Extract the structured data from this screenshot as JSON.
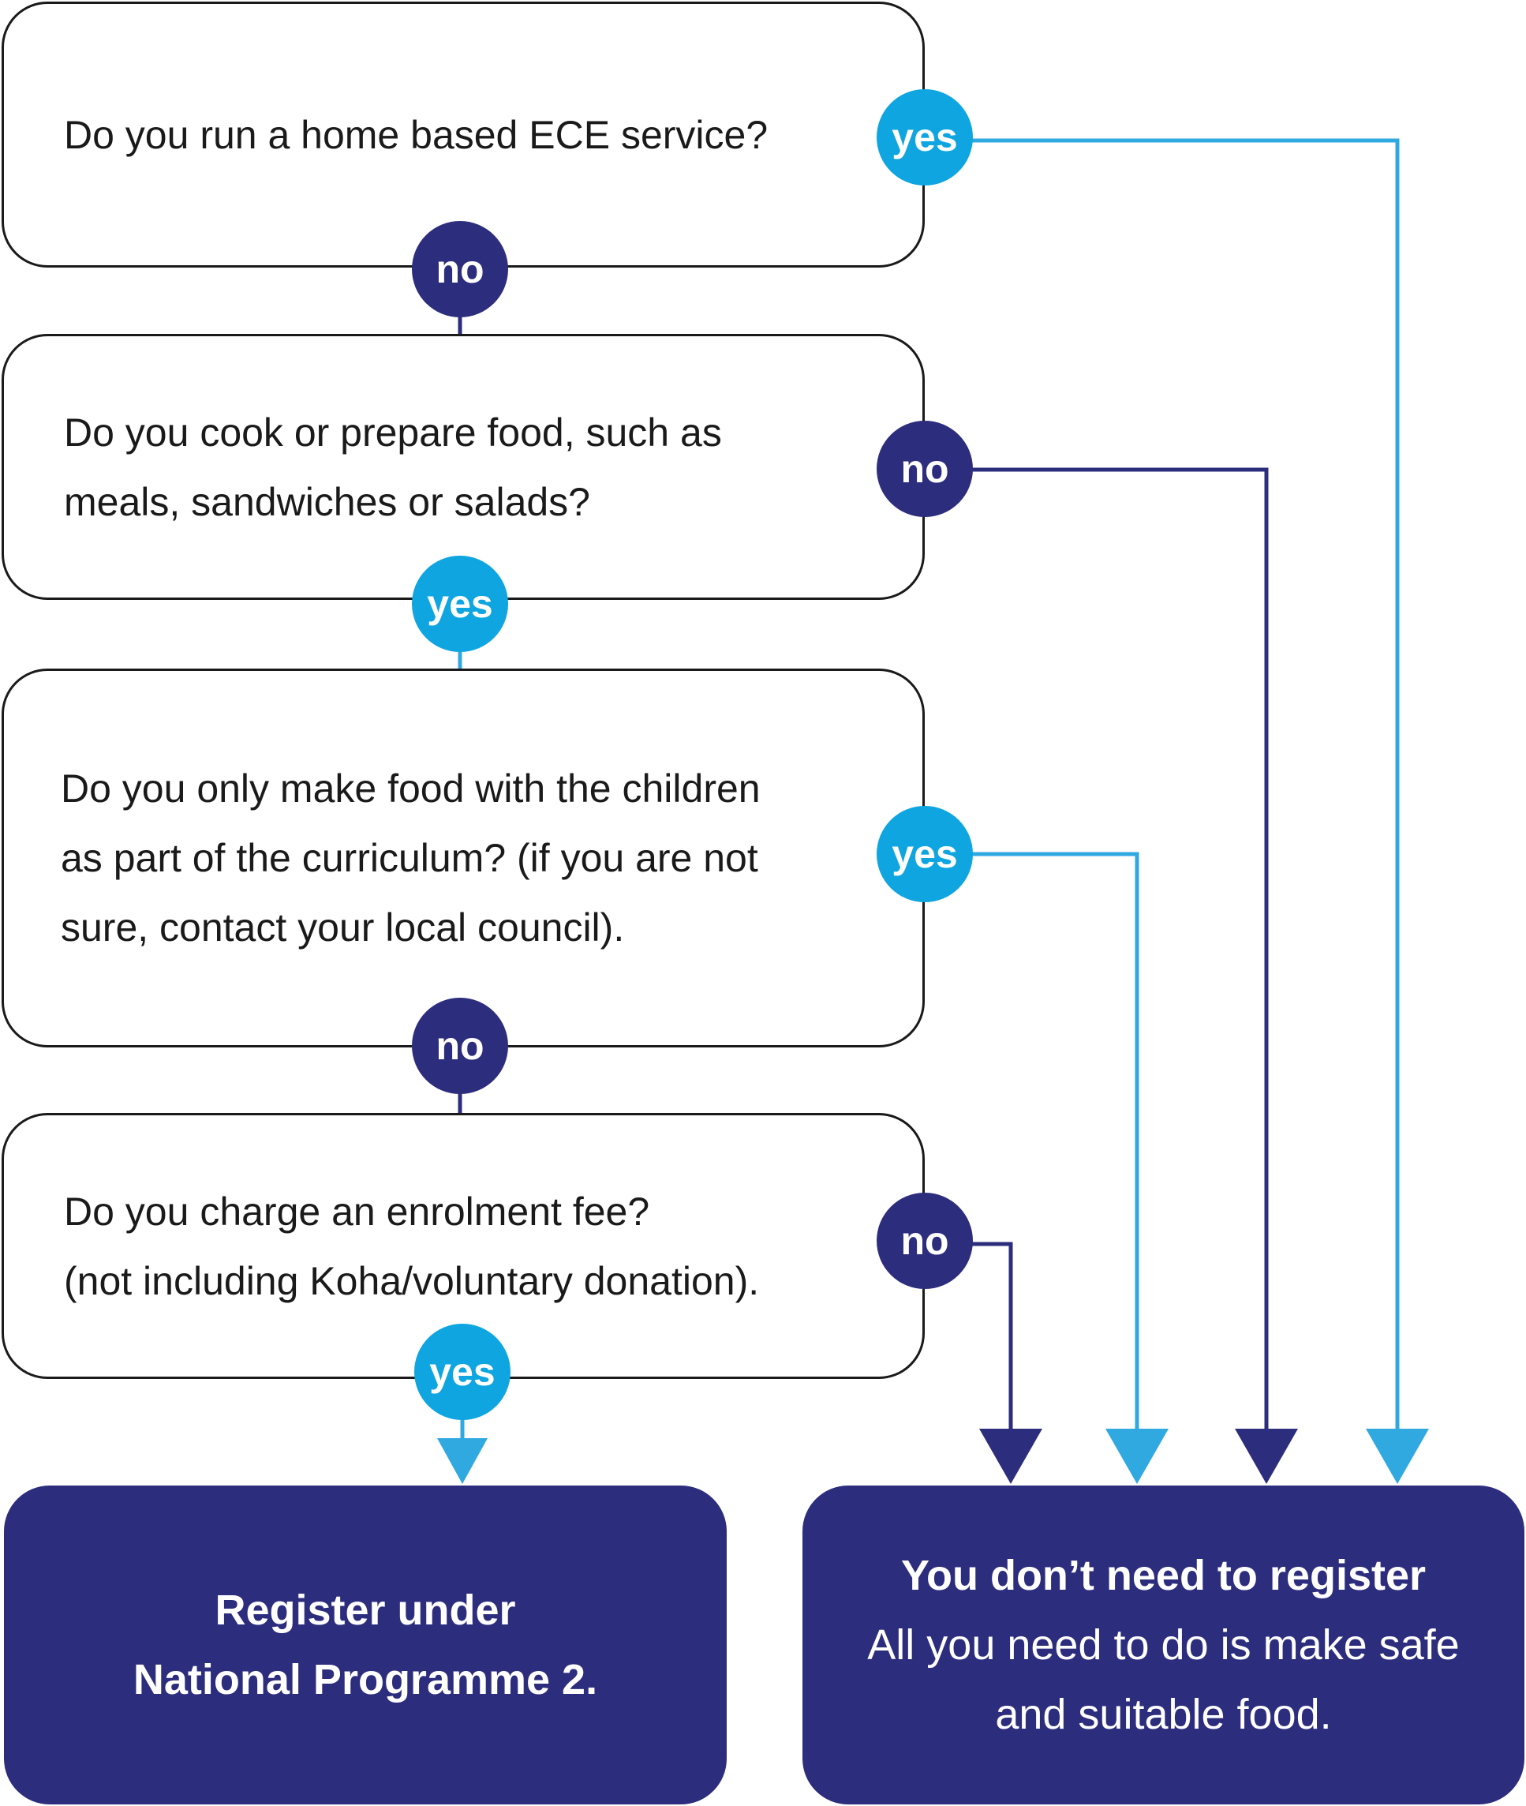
{
  "colors": {
    "dark": "#2d2d7e",
    "light": "#0ea5e0",
    "light_line": "#30a9e1",
    "outline": "#1a1a1a"
  },
  "questions": [
    {
      "text": "Do you run a home based ECE service?"
    },
    {
      "text": "Do you cook or prepare food, such as\nmeals, sandwiches or salads?"
    },
    {
      "text": "Do you only make food with the children\nas part of the curriculum? (if you are not\nsure, contact your local council)."
    },
    {
      "text": "Do you charge an enrolment fee?\n(not including Koha/voluntary donation)."
    }
  ],
  "badges": {
    "q1_yes": "yes",
    "q1_no": "no",
    "q2_no": "no",
    "q2_yes": "yes",
    "q3_yes": "yes",
    "q3_no": "no",
    "q4_no": "no",
    "q4_yes": "yes"
  },
  "results": {
    "register": {
      "text": "Register under\nNational Programme 2."
    },
    "no_register": {
      "title": "You don’t need to register",
      "text": "All you need to do is make safe\nand suitable food."
    }
  }
}
